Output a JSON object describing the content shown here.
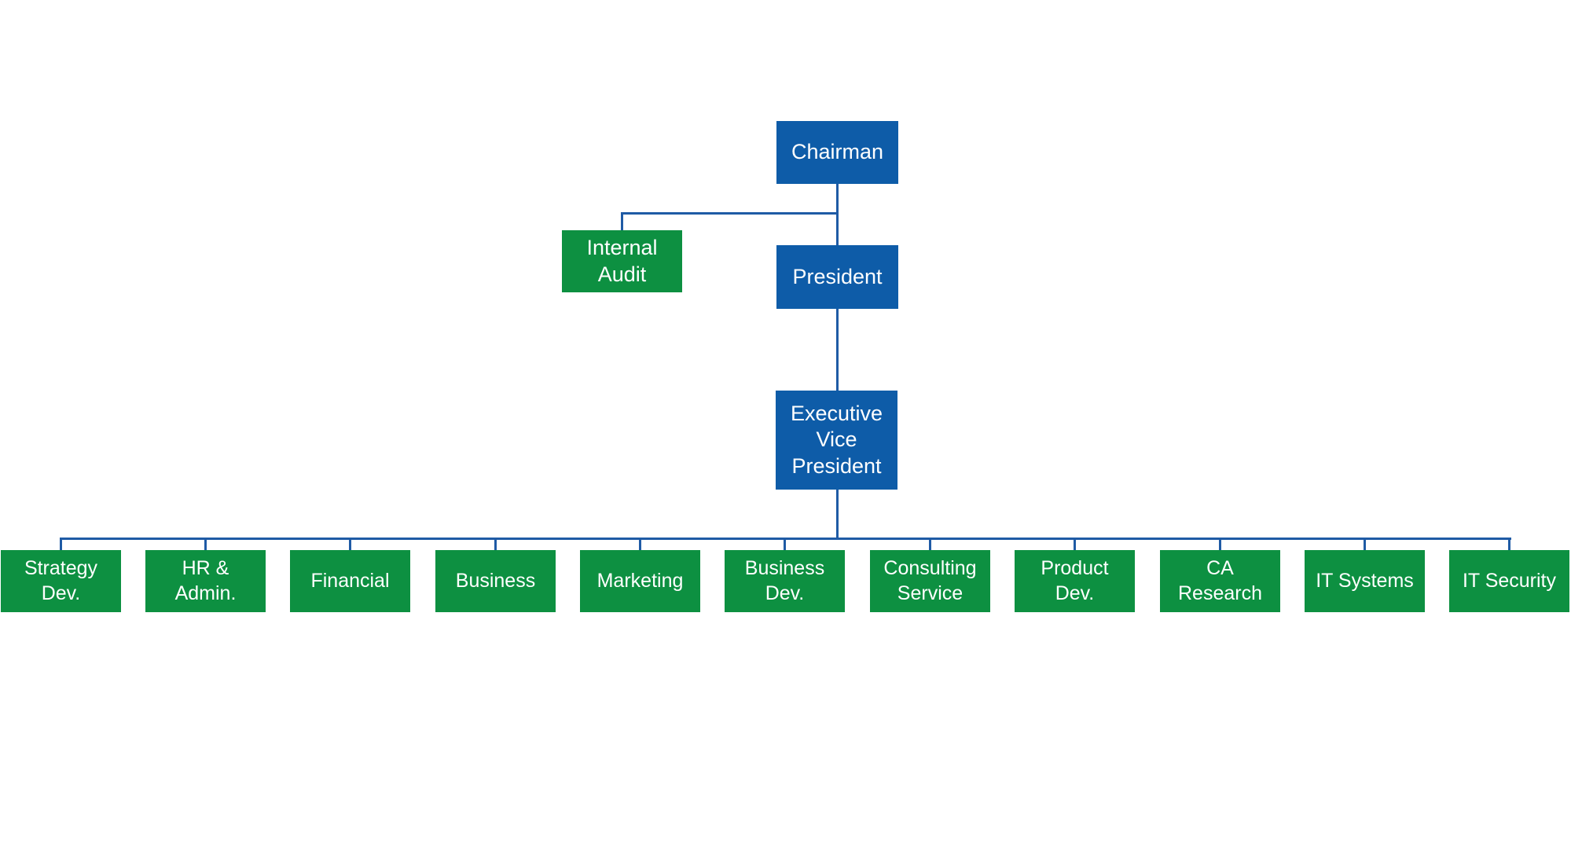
{
  "colors": {
    "blue": "#0e5ca8",
    "green": "#0d9041",
    "line": "#1f5ba5",
    "text": "#ffffff",
    "background": "#ffffff"
  },
  "org_chart": {
    "root": {
      "label": "Chairman"
    },
    "assistant": {
      "label": "Internal\nAudit"
    },
    "level2": {
      "label": "President"
    },
    "level3": {
      "label": "Executive\nVice\nPresident"
    },
    "departments": [
      {
        "label": "Strategy\nDev."
      },
      {
        "label": "HR &\nAdmin."
      },
      {
        "label": "Financial"
      },
      {
        "label": "Business"
      },
      {
        "label": "Marketing"
      },
      {
        "label": "Business\nDev."
      },
      {
        "label": "Consulting\nService"
      },
      {
        "label": "Product\nDev."
      },
      {
        "label": "CA\nResearch"
      },
      {
        "label": "IT Systems"
      },
      {
        "label": "IT Security"
      }
    ]
  }
}
